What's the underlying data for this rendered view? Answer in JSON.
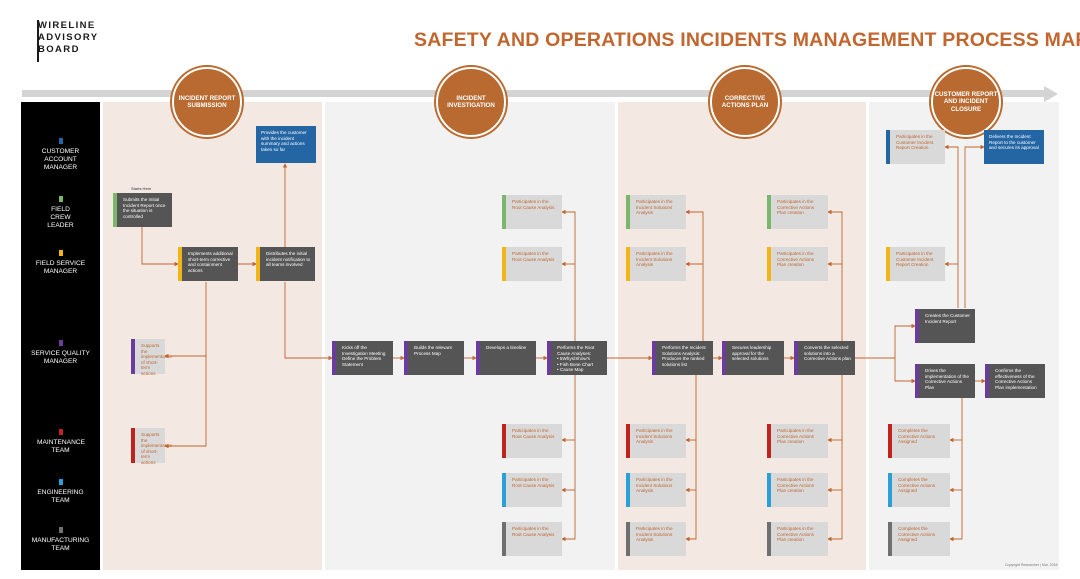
{
  "logo": {
    "line1": "WIRELINE",
    "line2": "ADVISORY",
    "line3": "BOARD"
  },
  "title": "SAFETY AND OPERATIONS INCIDENTS MANAGEMENT PROCESS MAP",
  "phases": [
    "INCIDENT REPORT SUBMISSION",
    "INCIDENT INVESTIGATION",
    "CORRECTIVE ACTIONS PLAN",
    "CUSTOMER REPORT AND INCIDENT CLOSURE"
  ],
  "lanes": [
    {
      "label": "CUSTOMER ACCOUNT MANAGER",
      "color": "#2465a4"
    },
    {
      "label": "FIELD CREW LEADER",
      "color": "#7cb66a"
    },
    {
      "label": "FIELD SERVICE MANAGER",
      "color": "#f2b517"
    },
    {
      "label": "SERVICE QUALITY MANAGER",
      "color": "#6a3d9a"
    },
    {
      "label": "MAINTENANCE TEAM",
      "color": "#c0221e"
    },
    {
      "label": "ENGINEERING TEAM",
      "color": "#2a9fd8"
    },
    {
      "label": "MANUFACTURING TEAM",
      "color": "#6f6f6f"
    }
  ],
  "starts_here": "Starts Here",
  "boxes": {
    "submit": "Submits the Initial Incident Report once the situation is controlled",
    "implements": "Implements additional short-term corrective and containment actions",
    "distributes": "Distributes the initial incident notification to all teams involved",
    "provides": "Provides the customer with the incident summary and actions taken so far",
    "supports_sqm": "Supports the implementation of short-term actions",
    "supports_mt": "Supports the implementation of short-term actions",
    "kickoff": "Kicks off the Investigation Meeting Define the Problem Statement",
    "process_map": "Builds the relevant Process Map",
    "timeline": "Develops a timeline",
    "rca_title": "Performs the Root Cause Analyses:",
    "rca_items": [
      "5Whys/Show's",
      "Fish Bone Chart",
      "Cause Map"
    ],
    "rca_fcl": "Participates in the Root Cause Analysis",
    "rca_fsm": "Participates in the Root Cause Analysis",
    "rca_mt": "Participates in the Root Cause Analysis",
    "rca_et": "Participates in the Root Cause Analysis",
    "rca_mft": "Participates in the Root Cause Analysis",
    "solutions": "Performs the Incident Solutions Analysis: Produces the ranked solutions list",
    "sol_fcl": "Participates in the Incident Solutions Analysis",
    "sol_fsm": "Participates in the Incident Solutions Analysis",
    "sol_mt": "Participates in the Incident Solutions Analysis",
    "sol_et": "Participates in the Incident Solutions Analysis",
    "sol_mft": "Participates in the Incident Solutions Analysis",
    "leadership": "Secures leadership approval for the selected solutions",
    "converts": "Converts the selected solutions into a Corrective Actions plan",
    "cap_fcl": "Participates in the Corrective Actions Plan creation",
    "cap_fsm": "Participates in the Corrective Actions Plan creation",
    "cap_mt": "Participates in the Corrective Actions Plan creation",
    "cap_et": "Participates in the Corrective Actions Plan creation",
    "cap_mft": "Participates in the Corrective Actions Plan creation",
    "cir_cam": "Participates in the Customer Incident Report Creation",
    "delivers": "Delivers the Incident Report to the customer and secures its approval",
    "cir_fsm": "Participates in the Customer Incident Report Creation",
    "creates": "Creates the Customer Incident Report",
    "drives": "Drives the implementation of the Corrective Actions Plan",
    "confirms": "Confirms the effectiveness of the Corrective Actions Plan implementation",
    "cmp_mt": "Completes the Corrective Actions Assigned",
    "cmp_et": "Completes the Corrective Actions Assigned",
    "cmp_mft": "Completes the Corrective Actions Assigned"
  },
  "copyright": "Copyright Researcher | Mar. 2018"
}
